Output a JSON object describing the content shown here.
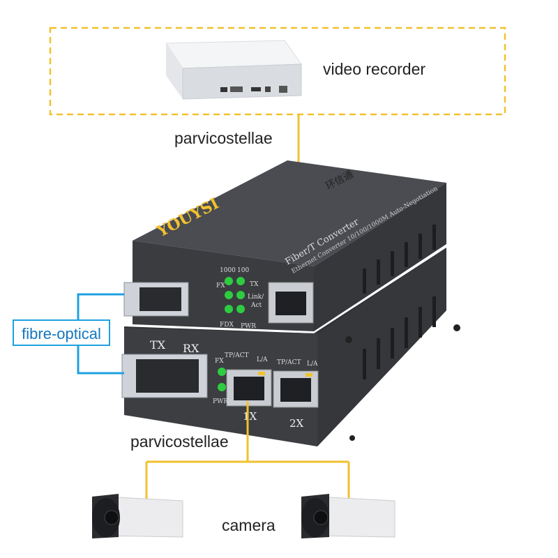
{
  "labels": {
    "recorder": "video recorder",
    "cable_top": "parvicostellae",
    "cable_bottom": "parvicostellae",
    "fibre": "fibre-optical",
    "camera": "camera"
  },
  "top_converter": {
    "brand": "YOUYSI",
    "badge": "环信通",
    "line1": "Fiber/T Converter",
    "line2": "Ethernet Converter 10/100/1000M Auto-Negotiation",
    "led_1000": "1000",
    "led_100": "100",
    "led_fx": "FX",
    "led_tx": "TX",
    "led_link": "Link/",
    "led_act": "Act",
    "led_fdx": "FDX",
    "led_pwr": "PWR"
  },
  "bottom_converter": {
    "tx": "TX",
    "rx": "RX",
    "led_fx": "FX",
    "led_pwr": "PWR",
    "port1_tp": "TP/ACT",
    "port1_la": "L/A",
    "port2_tp": "TP/ACT",
    "port2_la": "L/A",
    "port1_num": "1X",
    "port2_num": "2X"
  },
  "colors": {
    "cable": "#f2c12e",
    "fibre": "#1ea0e0",
    "dashed_box": "#f2c12e",
    "device_body": "#3c3e42",
    "led": "#2ecc40"
  }
}
